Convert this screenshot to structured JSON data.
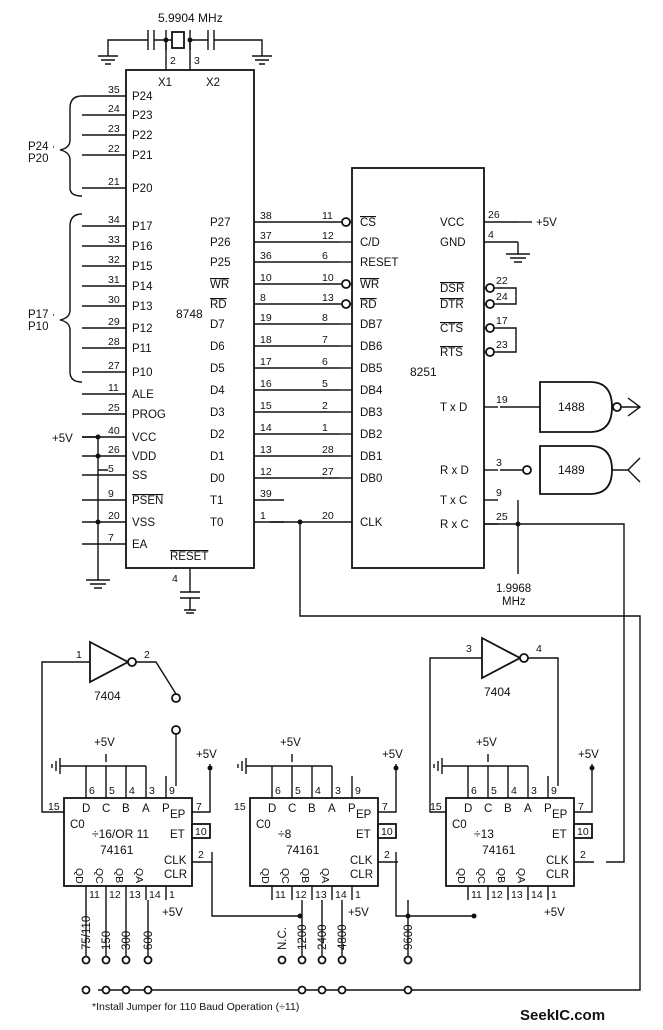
{
  "crystal": {
    "freq": "5.9904 MHz",
    "pin_a": "2",
    "pin_b": "3",
    "x1": "X1",
    "x2": "X2"
  },
  "mcu": {
    "name": "8748",
    "group_top": [
      "P24 ·",
      "P20"
    ],
    "group_bottom": [
      "P17 ·",
      "P10"
    ],
    "left_pins": [
      {
        "n": "35",
        "label": "P24"
      },
      {
        "n": "24",
        "label": "P23"
      },
      {
        "n": "23",
        "label": "P22"
      },
      {
        "n": "22",
        "label": "P21"
      },
      {
        "n": "21",
        "label": "P20"
      },
      {
        "n": "34",
        "label": "P17"
      },
      {
        "n": "33",
        "label": "P16"
      },
      {
        "n": "32",
        "label": "P15"
      },
      {
        "n": "31",
        "label": "P14"
      },
      {
        "n": "30",
        "label": "P13"
      },
      {
        "n": "29",
        "label": "P12"
      },
      {
        "n": "28",
        "label": "P11"
      },
      {
        "n": "27",
        "label": "P10"
      },
      {
        "n": "11",
        "label": "ALE"
      },
      {
        "n": "25",
        "label": "PROG"
      },
      {
        "n": "40",
        "label": "VCC"
      },
      {
        "n": "26",
        "label": "VDD"
      },
      {
        "n": "5",
        "label": "SS"
      },
      {
        "n": "9",
        "label": "PSEN"
      },
      {
        "n": "20",
        "label": "VSS"
      },
      {
        "n": "7",
        "label": "EA"
      }
    ],
    "right_pins": [
      {
        "n": "38",
        "label": "P27"
      },
      {
        "n": "37",
        "label": "P26"
      },
      {
        "n": "36",
        "label": "P25"
      },
      {
        "n": "10",
        "label": "WR"
      },
      {
        "n": "8",
        "label": "RD"
      },
      {
        "n": "19",
        "label": "D7"
      },
      {
        "n": "18",
        "label": "D6"
      },
      {
        "n": "17",
        "label": "D5"
      },
      {
        "n": "16",
        "label": "D4"
      },
      {
        "n": "15",
        "label": "D3"
      },
      {
        "n": "14",
        "label": "D2"
      },
      {
        "n": "13",
        "label": "D1"
      },
      {
        "n": "12",
        "label": "D0"
      },
      {
        "n": "39",
        "label": "T1"
      },
      {
        "n": "1",
        "label": "T0"
      }
    ],
    "reset_label": "RESET",
    "reset_pin": "4",
    "plus5": "+5V"
  },
  "usart": {
    "name": "8251",
    "left_pins": [
      {
        "n": "11",
        "label": "CS"
      },
      {
        "n": "12",
        "label": "C/D"
      },
      {
        "n": "6",
        "label": "RESET"
      },
      {
        "n": "10",
        "label": "WR"
      },
      {
        "n": "13",
        "label": "RD"
      },
      {
        "n": "8",
        "label": "DB7"
      },
      {
        "n": "7",
        "label": "DB6"
      },
      {
        "n": "6",
        "label": "DB5"
      },
      {
        "n": "5",
        "label": "DB4"
      },
      {
        "n": "2",
        "label": "DB3"
      },
      {
        "n": "1",
        "label": "DB2"
      },
      {
        "n": "28",
        "label": "DB1"
      },
      {
        "n": "27",
        "label": "DB0"
      },
      {
        "n": "20",
        "label": "CLK"
      }
    ],
    "right_pins": [
      {
        "n": "26",
        "label": "VCC"
      },
      {
        "n": "4",
        "label": "GND"
      },
      {
        "n": "22",
        "label": "DSR"
      },
      {
        "n": "24",
        "label": "DTR"
      },
      {
        "n": "17",
        "label": "CTS"
      },
      {
        "n": "23",
        "label": "RTS"
      },
      {
        "n": "19",
        "label": "T x D"
      },
      {
        "n": "3",
        "label": "R x D"
      },
      {
        "n": "9",
        "label": "T x C"
      },
      {
        "n": "25",
        "label": "R x C"
      }
    ],
    "plus5": "+5V",
    "clock": [
      "1.9968",
      "MHz"
    ]
  },
  "drivers": {
    "tx": "1488",
    "rx": "1489"
  },
  "inverters": [
    {
      "name": "7404",
      "in": "1",
      "out": "2"
    },
    {
      "name": "7404",
      "in": "3",
      "out": "4"
    }
  ],
  "counters": [
    {
      "div": "÷16/OR 11",
      "part": "74161"
    },
    {
      "div": "÷8",
      "part": "74161"
    },
    {
      "div": "÷13",
      "part": "74161"
    }
  ],
  "counter_pins": {
    "top": [
      "6",
      "5",
      "4",
      "3",
      "9"
    ],
    "top_labels": [
      "D",
      "C",
      "B",
      "A",
      "P"
    ],
    "bottom": [
      "11",
      "12",
      "13",
      "14",
      "1"
    ],
    "bottom_labels": [
      "QD",
      "QC",
      "QB",
      "QA"
    ],
    "side": [
      "7",
      "10",
      "2"
    ],
    "side_labels": [
      "EP",
      "ET",
      "CLK",
      "CLR"
    ],
    "co": "C0",
    "co_pin": "15",
    "plus5": "+5V"
  },
  "baud_rates": [
    "75/110",
    "150",
    "300",
    "600",
    "N.C.",
    "1200",
    "2400",
    "4800",
    "9600"
  ],
  "note": "*Install Jumper for 110 Baud Operation (÷11)",
  "watermark": "SeekIC.com"
}
